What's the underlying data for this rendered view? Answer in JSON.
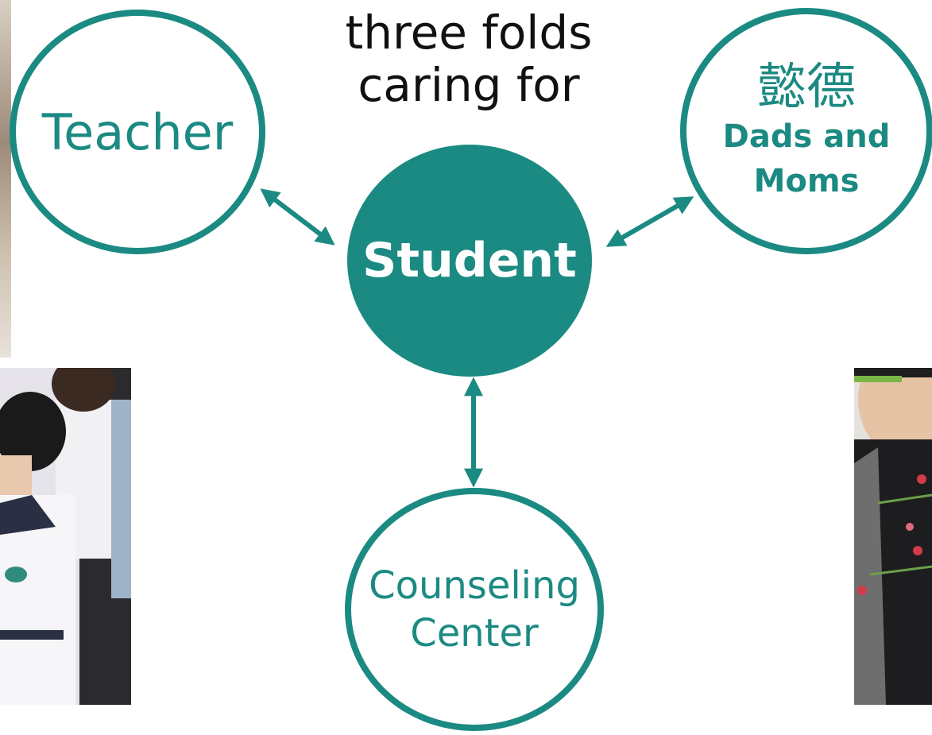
{
  "title": {
    "line1": "three folds",
    "line2": "caring for"
  },
  "nodes": {
    "center": "Student",
    "teacher": "Teacher",
    "parents": {
      "chinese": "懿德",
      "line1": "Dads and",
      "line2": "Moms"
    },
    "counseling": {
      "line1": "Counseling",
      "line2": "Center"
    }
  },
  "colors": {
    "accent": "#1b8a82",
    "text": "#111111",
    "background": "#ffffff"
  }
}
